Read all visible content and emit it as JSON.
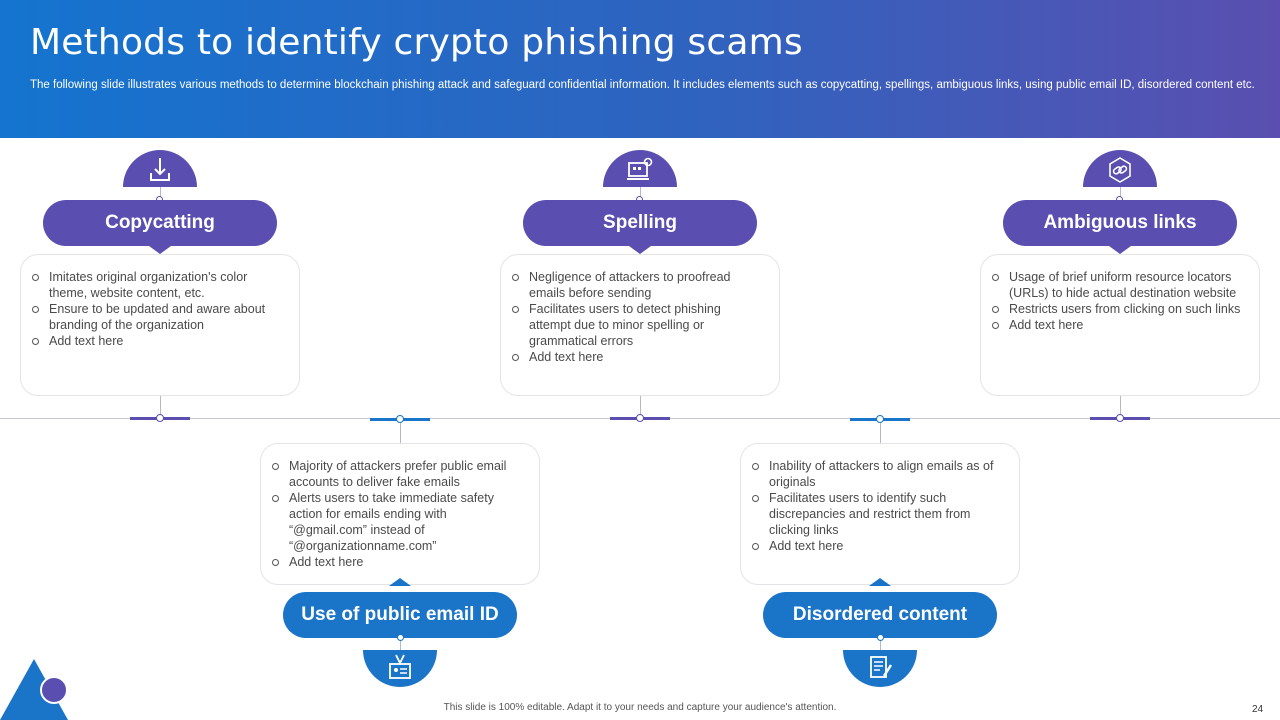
{
  "slide": {
    "title": "Methods to identify crypto phishing scams",
    "subtitle": "The following slide illustrates various methods to determine blockchain phishing attack and safeguard confidential information. It includes elements such as copycatting, spellings, ambiguous links, using public email ID, disordered content etc.",
    "footer": "This slide is 100% editable. Adapt it to your needs and capture your audience's attention.",
    "page_number": "24"
  },
  "colors": {
    "purple": "#5a4fb0",
    "blue": "#1a74c8",
    "header_start": "#1474cf",
    "header_end": "#5a4fb0"
  },
  "methods": [
    {
      "title": "Copycatting",
      "icon": "download-tray-icon",
      "points": [
        "Imitates original organization's color theme, website content, etc.",
        "Ensure to be updated and aware about branding of the organization",
        "Add text here"
      ]
    },
    {
      "title": "Use of public email ID",
      "icon": "id-badge-icon",
      "points": [
        "Majority of attackers prefer  public email accounts to deliver  fake emails",
        "Alerts users to take immediate safety action for emails ending with “@gmail.com” instead of “@organizationname.com”",
        "Add text here"
      ]
    },
    {
      "title": "Spelling",
      "icon": "computer-settings-icon",
      "points": [
        "Negligence of attackers to proofread emails before sending",
        "Facilitates users to detect phishing attempt due to minor spelling or grammatical errors",
        "Add text here"
      ]
    },
    {
      "title": "Disordered content",
      "icon": "document-pen-icon",
      "points": [
        "Inability of attackers to align emails as of originals",
        "Facilitates users to identify such discrepancies and restrict them from clicking links",
        "Add text here"
      ]
    },
    {
      "title": "Ambiguous links",
      "icon": "chain-link-icon",
      "points": [
        "Usage of brief uniform resource locators (URLs) to hide actual destination website",
        "Restricts users from clicking on such links",
        "Add text here"
      ]
    }
  ]
}
